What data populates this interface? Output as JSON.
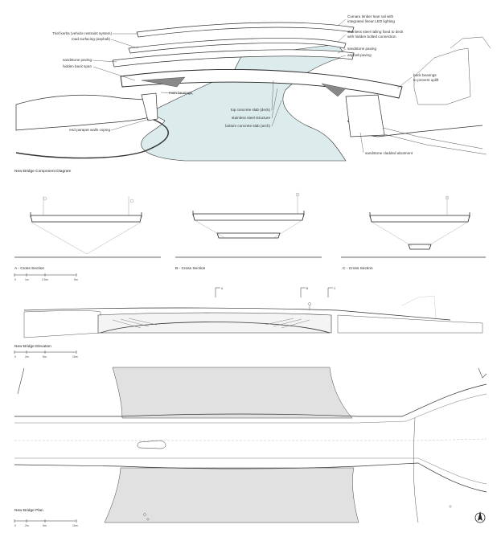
{
  "diagram": {
    "component_labels": {
      "trief_kerbs": "Trief kerbs (vehicle restraint system)",
      "road_surfacing": "road surfacing (asphalt)",
      "sandstone_paving_left": "sandstone paving",
      "hidden_back_span": "hidden back span",
      "main_bearings": "main bearings",
      "end_parapet": "end parapet walls coping",
      "top_slab": "top concrete slab (deck)",
      "steel_structure": "stainless steel structure",
      "bottom_slab": "bottom concrete slab (arch)",
      "lean_rail_1": "Cumaru timber lean rail with",
      "lean_rail_2": "integrated linear LED lighting",
      "railing_1": "stainless steel railing fixed to deck",
      "railing_2": "with hidden bolted connection",
      "sandstone_paving_right": "sandstone paving",
      "asphalt_paving": "asphalt paving",
      "back_bearings_1": "back bearings",
      "back_bearings_2": "to prevent uplift",
      "abutment": "sandstone cladded abutment"
    },
    "titles": {
      "component": "New Bridge Component Diagram",
      "section_a": "A - Cross Section",
      "section_b": "B - Cross Section",
      "section_c": "C - Cross Section",
      "elevation": "New Bridge Elevation",
      "plan": "New Bridge Plan"
    },
    "section_markers": {
      "a": "A",
      "b": "B",
      "c": "C"
    },
    "scale_bars": {
      "section": [
        "0",
        "1m",
        "2.5m",
        "5m"
      ],
      "elevation": [
        "0",
        "2m",
        "5m",
        "10m"
      ],
      "plan": [
        "0",
        "2m",
        "5m",
        "10m"
      ]
    }
  },
  "colors": {
    "water": "#dcebec",
    "plan_water": "#e1e1e1",
    "line": "#3a3a3a"
  }
}
